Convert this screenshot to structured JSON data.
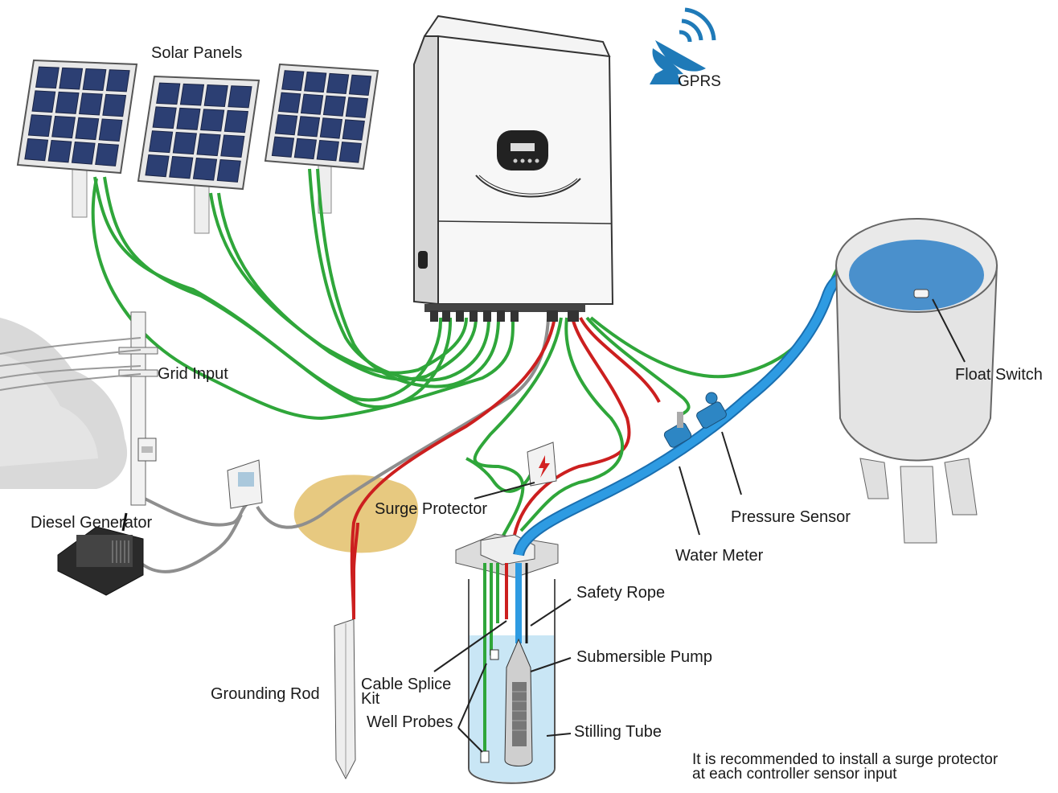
{
  "labels": {
    "solar_panels": "Solar Panels",
    "gprs": "GPRS",
    "grid_input": "Grid Input",
    "diesel_generator": "Diesel Generator",
    "surge_protector": "Surge Protector",
    "float_switch": "Float Switch",
    "pressure_sensor": "Pressure Sensor",
    "water_meter": "Water Meter",
    "safety_rope": "Safety Rope",
    "submersible_pump": "Submersible Pump",
    "cable_splice_kit": "Cable Splice Kit",
    "well_probes": "Well Probes",
    "stilling_tube": "Stilling Tube",
    "grounding_rod": "Grounding Rod"
  },
  "note": {
    "line1": "It is recommended to install a surge protector",
    "line2": "at each controller sensor input"
  },
  "colors": {
    "solar_cable": "#2fa63a",
    "power_cable": "#cc1f1f",
    "grid_cable": "#8e8e8e",
    "water_pipe": "#2e9be2",
    "gprs_icon": "#1f7ab8",
    "well_water": "#c9e6f5",
    "tank_water": "#4a90cc",
    "surge_zone": "#e3c06a"
  },
  "icons": {
    "gprs": "satellite-dish-icon",
    "surge": "lightning-bolt-icon"
  }
}
